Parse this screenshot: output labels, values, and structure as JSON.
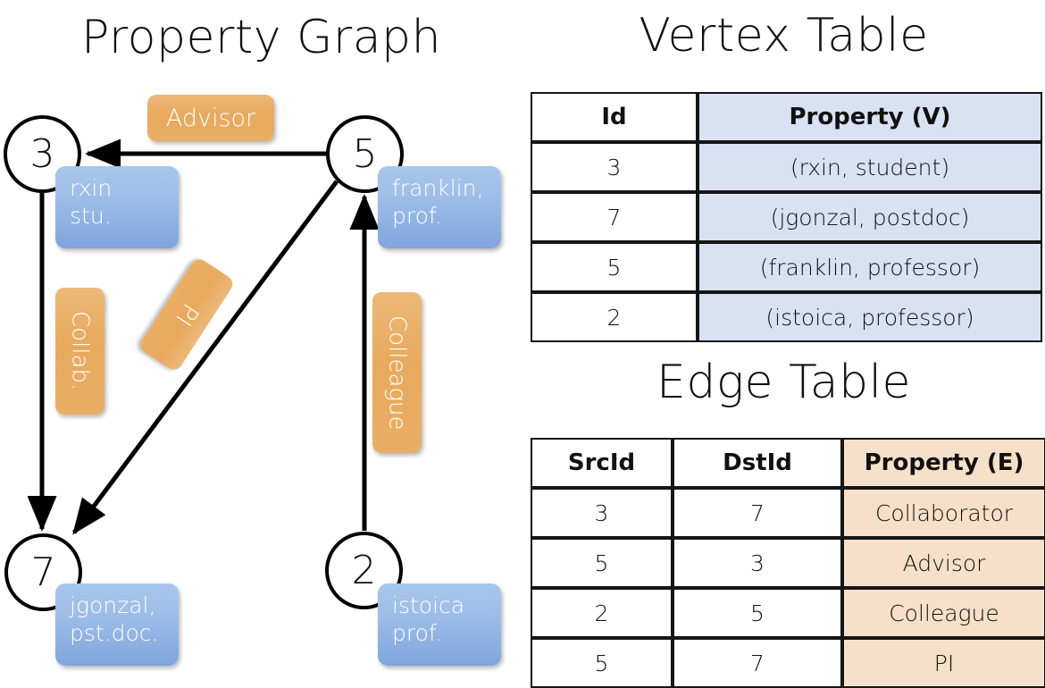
{
  "titles": {
    "property_graph": "Property Graph",
    "vertex_table": "Vertex Table",
    "edge_table": "Edge Table"
  },
  "colors": {
    "vertex_property_fill": "#D9E2F3",
    "edge_property_fill": "#F7E0C9",
    "node_callout_blue": "#8FB2E3",
    "edge_label_orange": "#E8A95C",
    "stroke": "#000000",
    "background": "#FFFFFF"
  },
  "graph": {
    "nodes": [
      {
        "id": "3",
        "label": "3",
        "property_lines": [
          "rxin",
          "stu."
        ]
      },
      {
        "id": "5",
        "label": "5",
        "property_lines": [
          "franklin,",
          "prof."
        ]
      },
      {
        "id": "7",
        "label": "7",
        "property_lines": [
          "jgonzal,",
          "pst.doc."
        ]
      },
      {
        "id": "2",
        "label": "2",
        "property_lines": [
          "istoica",
          "prof."
        ]
      }
    ],
    "edge_labels": [
      {
        "name": "advisor",
        "text": "Advisor",
        "orientation": "horizontal"
      },
      {
        "name": "collab",
        "text": "Collab.",
        "orientation": "vertical"
      },
      {
        "name": "pi",
        "text": "PI",
        "orientation": "diagonal"
      },
      {
        "name": "colleague",
        "text": "Colleague",
        "orientation": "vertical"
      }
    ],
    "edges": [
      {
        "from": "5",
        "to": "3",
        "label": "Advisor"
      },
      {
        "from": "3",
        "to": "7",
        "label": "Collab."
      },
      {
        "from": "5",
        "to": "7",
        "label": "PI"
      },
      {
        "from": "2",
        "to": "5",
        "label": "Colleague"
      }
    ]
  },
  "vertex_table": {
    "headers": [
      "Id",
      "Property (V)"
    ],
    "rows": [
      {
        "id": "3",
        "property": "(rxin, student)"
      },
      {
        "id": "7",
        "property": "(jgonzal, postdoc)"
      },
      {
        "id": "5",
        "property": "(franklin, professor)"
      },
      {
        "id": "2",
        "property": "(istoica, professor)"
      }
    ]
  },
  "edge_table": {
    "headers": [
      "SrcId",
      "DstId",
      "Property (E)"
    ],
    "rows": [
      {
        "src": "3",
        "dst": "7",
        "property": "Collaborator"
      },
      {
        "src": "5",
        "dst": "3",
        "property": "Advisor"
      },
      {
        "src": "2",
        "dst": "5",
        "property": "Colleague"
      },
      {
        "src": "5",
        "dst": "7",
        "property": "PI"
      }
    ]
  }
}
